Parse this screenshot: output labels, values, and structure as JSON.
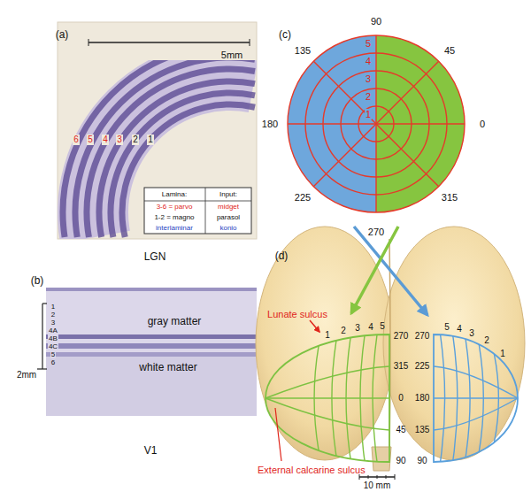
{
  "diagram": {
    "labels": [
      "(a)",
      "5mm",
      "6",
      "5",
      "4",
      "3",
      "2",
      "1",
      "Lamina:",
      "Input:",
      "3-6 = parvo",
      "midget",
      "1-2 = magno",
      "parasol",
      "interlaminar",
      "konio",
      "LGN",
      "(b)",
      "1",
      "2",
      "3",
      "4A",
      "4B",
      "4C",
      "5",
      "6",
      "2mm",
      "gray matter",
      "white matter",
      "V1",
      "(c)",
      "90",
      "45",
      "0",
      "315",
      "270",
      "225",
      "180",
      "135",
      "5",
      "4",
      "3",
      "2",
      "1",
      "(d)",
      "Lunate sulcus",
      "External calcarine sulcus",
      "1",
      "2",
      "3",
      "4",
      "5",
      "270",
      "315",
      "0",
      "45",
      "90",
      "270",
      "5",
      "4",
      "3",
      "2",
      "1",
      "225",
      "180",
      "135",
      "90",
      "10 mm"
    ]
  }
}
